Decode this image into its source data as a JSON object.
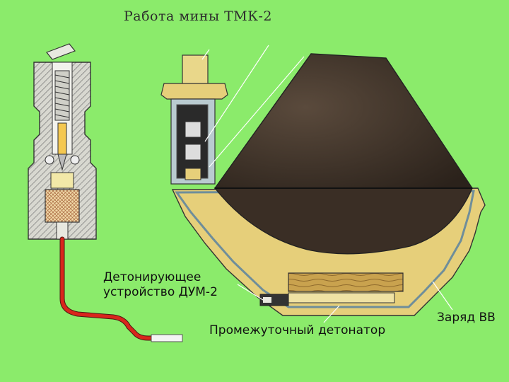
{
  "slide": {
    "title": "Работа мины ТМК-2",
    "labels": {
      "detonator_device_line1": "Детонирующее",
      "detonator_device_line2": "устройство ДУМ-2",
      "intermediate_detonator": "Промежуточный детонатор",
      "explosive_charge": "Заряд ВВ"
    },
    "colors": {
      "background": "#8BEB6B",
      "cone": "#3a2e25",
      "body": "#e6cf7a",
      "wire": "#d9261c",
      "steel": "#6f8e9a"
    }
  }
}
